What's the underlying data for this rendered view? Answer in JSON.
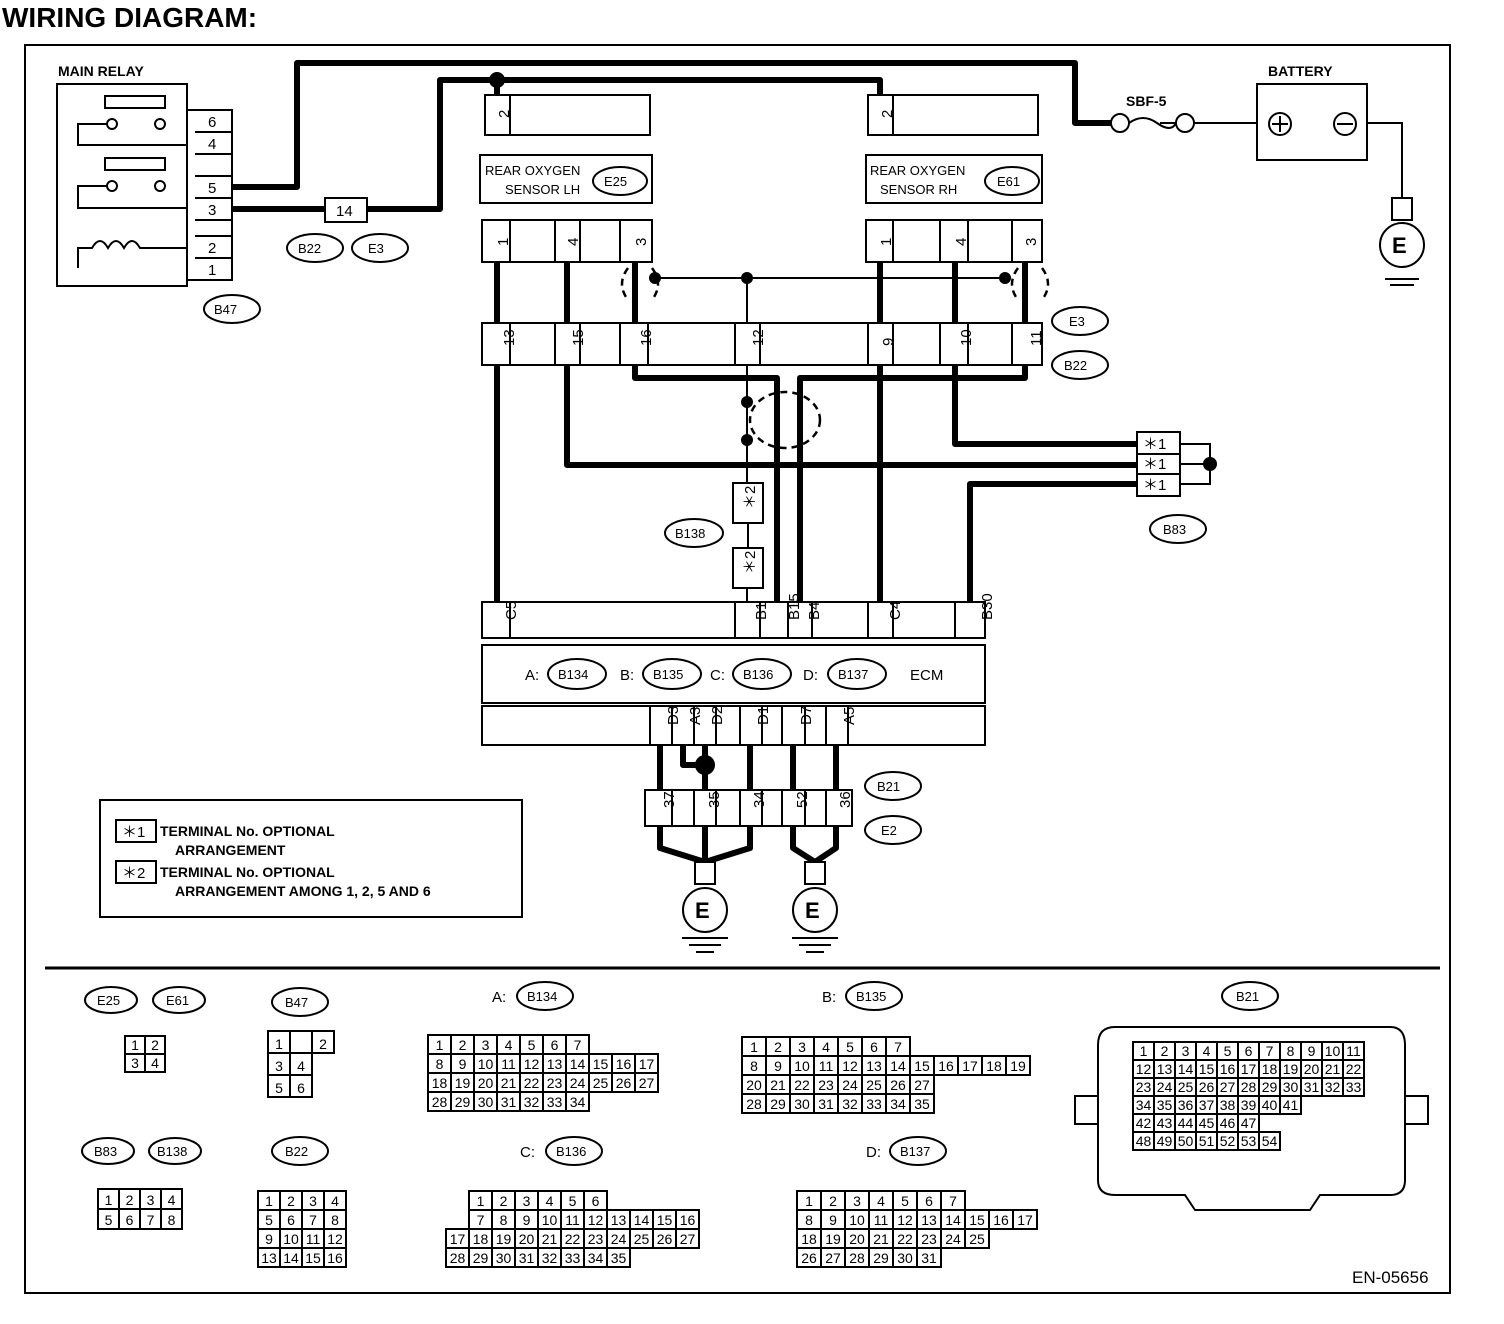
{
  "title": "WIRING DIAGRAM:",
  "diagram_id": "EN-05656",
  "labels": {
    "main_relay": "MAIN RELAY",
    "battery": "BATTERY",
    "fuse": "SBF-5",
    "ecm": "ECM",
    "ground": "E",
    "sensor_lh_1": "REAR OXYGEN",
    "sensor_lh_2": "SENSOR LH",
    "sensor_rh_1": "REAR OXYGEN",
    "sensor_rh_2": "SENSOR RH"
  },
  "connectors": {
    "e25": "E25",
    "e61": "E61",
    "b47": "B47",
    "b22": "B22",
    "e3": "E3",
    "b83": "B83",
    "b138": "B138",
    "b21": "B21",
    "e2": "E2",
    "b134": "B134",
    "b135": "B135",
    "b136": "B136",
    "b137": "B137"
  },
  "ecm_prefix": {
    "a": "A:",
    "b": "B:",
    "c": "C:",
    "d": "D:"
  },
  "legend": [
    {
      "key": "＊1",
      "text1": "TERMINAL No. OPTIONAL",
      "text2": "ARRANGEMENT"
    },
    {
      "key": "＊2",
      "text1": "TERMINAL No. OPTIONAL",
      "text2": "ARRANGEMENT AMONG 1, 2, 5  AND 6"
    }
  ],
  "pins": {
    "relay": [
      "6",
      "4",
      "5",
      "3",
      "2",
      "1"
    ],
    "b22_single": "14",
    "sensor_top": "2",
    "sensor_bottom": [
      "1",
      "4",
      "3"
    ],
    "b22_row": [
      "13",
      "15",
      "16",
      "12",
      "9",
      "10",
      "11"
    ],
    "b83": [
      "＊1",
      "＊1",
      "＊1"
    ],
    "b138": [
      "＊2",
      "＊2"
    ],
    "ecm_top": [
      "C5",
      "B1",
      "B15",
      "B4",
      "C4",
      "B30"
    ],
    "ecm_bottom": [
      "D3",
      "A3",
      "D2",
      "D1",
      "D7",
      "A5"
    ],
    "b21_row": [
      "37",
      "35",
      "34",
      "52",
      "36"
    ]
  },
  "faces": {
    "e25": [
      [
        "1",
        "2"
      ],
      [
        "3",
        "4"
      ]
    ],
    "b47": [
      [
        "1",
        "",
        "2"
      ],
      [
        "3",
        "4"
      ],
      [
        "5",
        "6"
      ]
    ],
    "b83": [
      [
        "1",
        "2",
        "3",
        "4"
      ],
      [
        "5",
        "6",
        "7",
        "8"
      ]
    ],
    "b22": [
      [
        "1",
        "2",
        "3",
        "4"
      ],
      [
        "5",
        "6",
        "7",
        "8"
      ],
      [
        "9",
        "10",
        "11",
        "12"
      ],
      [
        "13",
        "14",
        "15",
        "16"
      ]
    ],
    "b134": [
      [
        "1",
        "2",
        "3",
        "4",
        "5",
        "6",
        "7"
      ],
      [
        "8",
        "9",
        "10",
        "11",
        "12",
        "13",
        "14",
        "15",
        "16",
        "17"
      ],
      [
        "18",
        "19",
        "20",
        "21",
        "22",
        "23",
        "24",
        "25",
        "26",
        "27"
      ],
      [
        "28",
        "29",
        "30",
        "31",
        "32",
        "33",
        "34"
      ]
    ],
    "b135": [
      [
        "1",
        "2",
        "3",
        "4",
        "5",
        "6",
        "7"
      ],
      [
        "8",
        "9",
        "10",
        "11",
        "12",
        "13",
        "14",
        "15",
        "16",
        "17",
        "18",
        "19"
      ],
      [
        "20",
        "21",
        "22",
        "23",
        "24",
        "25",
        "26",
        "27"
      ],
      [
        "28",
        "29",
        "30",
        "31",
        "32",
        "33",
        "34",
        "35"
      ]
    ],
    "b136": [
      [
        "1",
        "2",
        "3",
        "4",
        "5",
        "6"
      ],
      [
        "7",
        "8",
        "9",
        "10",
        "11",
        "12",
        "13",
        "14",
        "15",
        "16"
      ],
      [
        "17",
        "18",
        "19",
        "20",
        "21",
        "22",
        "23",
        "24",
        "25",
        "26",
        "27"
      ],
      [
        "28",
        "29",
        "30",
        "31",
        "32",
        "33",
        "34",
        "35"
      ]
    ],
    "b137": [
      [
        "1",
        "2",
        "3",
        "4",
        "5",
        "6",
        "7"
      ],
      [
        "8",
        "9",
        "10",
        "11",
        "12",
        "13",
        "14",
        "15",
        "16",
        "17"
      ],
      [
        "18",
        "19",
        "20",
        "21",
        "22",
        "23",
        "24",
        "25"
      ],
      [
        "26",
        "27",
        "28",
        "29",
        "30",
        "31"
      ]
    ],
    "b21": [
      [
        "1",
        "2",
        "3",
        "4",
        "5",
        "6",
        "7",
        "8",
        "9",
        "10",
        "11"
      ],
      [
        "12",
        "13",
        "14",
        "15",
        "16",
        "17",
        "18",
        "19",
        "20",
        "21",
        "22"
      ],
      [
        "23",
        "24",
        "25",
        "26",
        "27",
        "28",
        "29",
        "30",
        "31",
        "32",
        "33"
      ],
      [
        "34",
        "35",
        "36",
        "37",
        "38",
        "39",
        "40",
        "41"
      ],
      [
        "42",
        "43",
        "44",
        "45",
        "46",
        "47"
      ],
      [
        "48",
        "49",
        "50",
        "51",
        "52",
        "53",
        "54"
      ]
    ]
  }
}
